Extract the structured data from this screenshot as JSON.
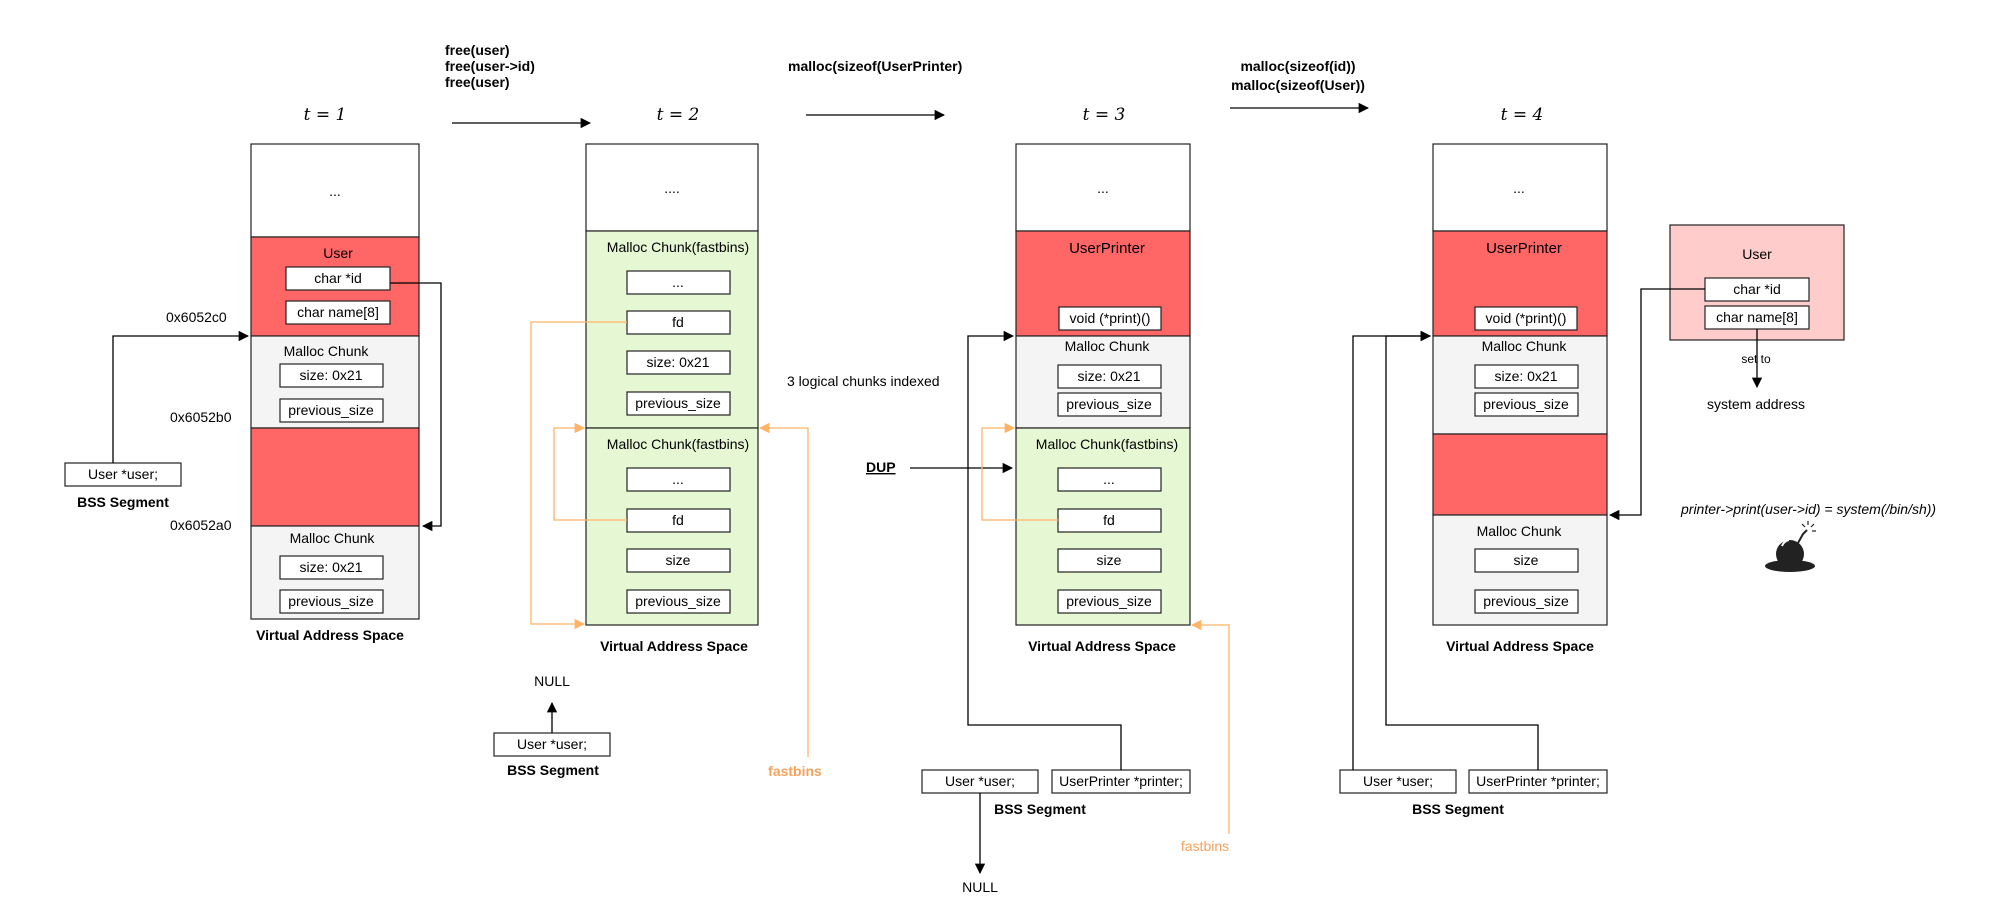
{
  "colors": {
    "stroke": "#222222",
    "user_red": "#ff6666",
    "chunk_grey": "#f4f4f4",
    "fastbin_green": "#e6f7d4",
    "fastbin_orange": "#ffb366",
    "fastbins_label": "#f5a25d",
    "faded_user": "#ffcccc"
  },
  "labels": {
    "t1": "t = 1",
    "t2": "t = 2",
    "t3": "t = 3",
    "t4": "t = 4",
    "op1": [
      "free(user)",
      "free(user->id)",
      "free(user)"
    ],
    "op2": "malloc(sizeof(UserPrinter)",
    "op3": [
      "malloc(sizeof(id))",
      "malloc(sizeof(User))"
    ],
    "dots3": "...",
    "dots4": "....",
    "user": "User",
    "char_id": "char *id",
    "char_name": "char name[8]",
    "malloc_chunk": "Malloc Chunk",
    "malloc_chunk_fastbins": "Malloc Chunk(fastbins)",
    "size_0x21": "size: 0x21",
    "size": "size",
    "previous_size": "previous_size",
    "fd": "fd",
    "user_printer": "UserPrinter",
    "void_print": "void (*print)()",
    "addr_c0": "0x6052c0",
    "addr_b0": "0x6052b0",
    "addr_a0": "0x6052a0",
    "user_ptr": "User *user;",
    "printer_ptr": "UserPrinter *printer;",
    "bss_segment": "BSS Segment",
    "vas": "Virtual Address Space",
    "null": "NULL",
    "fastbins": "fastbins",
    "logical_chunks": "3 logical chunks indexed",
    "dup": "DUP",
    "set_to": "set to",
    "system_address": "system address",
    "exploit": "printer->print(user->id) = system(/bin/sh))"
  }
}
